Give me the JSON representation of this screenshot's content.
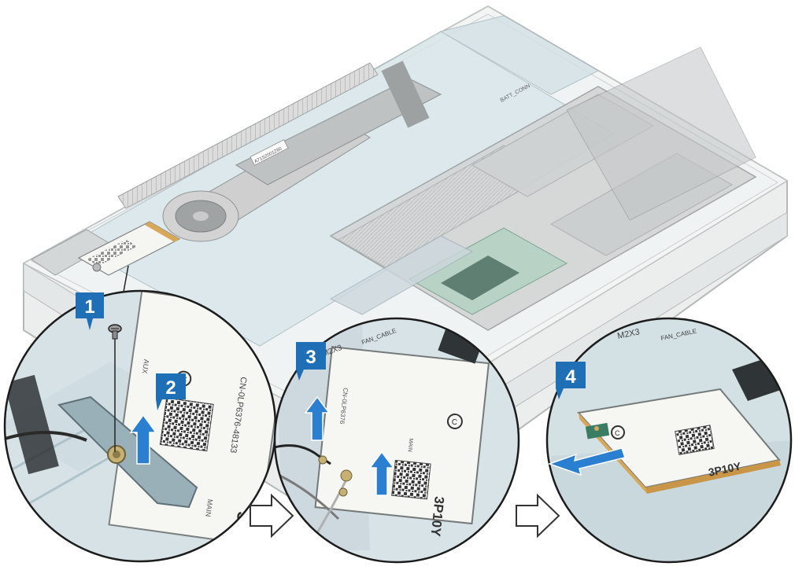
{
  "figure": {
    "steps": [
      {
        "number": "1",
        "action": "remove-screw"
      },
      {
        "number": "2",
        "action": "lift-bracket"
      },
      {
        "number": "3",
        "action": "disconnect-antenna-cables"
      },
      {
        "number": "4",
        "action": "slide-out-card"
      }
    ],
    "board_labels": {
      "service_tag": "A71S2001Z60",
      "batt_conn": "BATT_CONN",
      "m2_label": "M2X3",
      "fan_cable": "FAN_CABLE"
    },
    "card_labels": {
      "model": "3P10Y",
      "aux": "AUX",
      "main": "MAIN"
    },
    "colors": {
      "step_badge": "#1e6fb5",
      "arrow": "#2b7fd0",
      "board": "#cfe0e6",
      "card": "#f4f4f1",
      "gold": "#d8a85a"
    },
    "icons": [
      "screw-icon",
      "up-arrow-icon",
      "left-arrow-icon",
      "next-step-arrow-icon"
    ]
  }
}
